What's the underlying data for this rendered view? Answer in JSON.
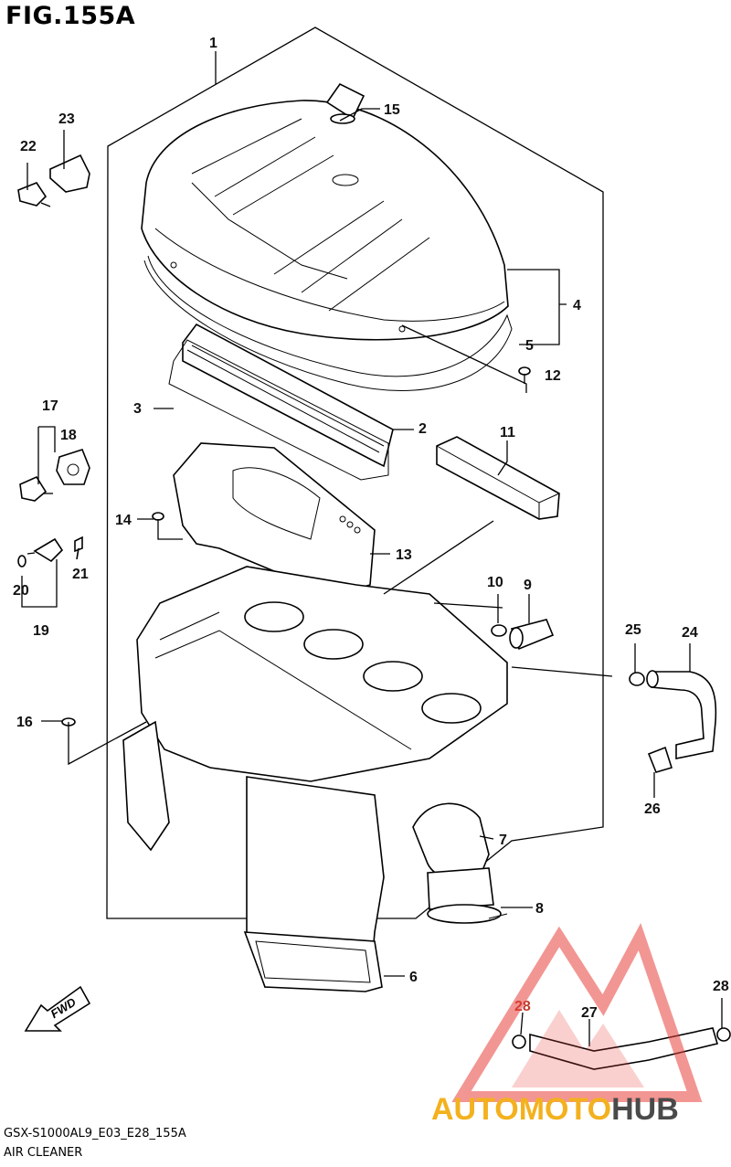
{
  "figure": {
    "title": "FIG.155A",
    "code": "GSX-S1000AL9_E03_E28_155A",
    "name": "AIR CLEANER",
    "direction_label": "FWD"
  },
  "callouts": [
    {
      "id": "1",
      "label": "1"
    },
    {
      "id": "2",
      "label": "2"
    },
    {
      "id": "3",
      "label": "3"
    },
    {
      "id": "4",
      "label": "4"
    },
    {
      "id": "5",
      "label": "5"
    },
    {
      "id": "6",
      "label": "6"
    },
    {
      "id": "7",
      "label": "7"
    },
    {
      "id": "8",
      "label": "8"
    },
    {
      "id": "9",
      "label": "9"
    },
    {
      "id": "10",
      "label": "10"
    },
    {
      "id": "11",
      "label": "11"
    },
    {
      "id": "12",
      "label": "12"
    },
    {
      "id": "13",
      "label": "13"
    },
    {
      "id": "14",
      "label": "14"
    },
    {
      "id": "15",
      "label": "15"
    },
    {
      "id": "16",
      "label": "16"
    },
    {
      "id": "17",
      "label": "17"
    },
    {
      "id": "18",
      "label": "18"
    },
    {
      "id": "19",
      "label": "19"
    },
    {
      "id": "20",
      "label": "20"
    },
    {
      "id": "21",
      "label": "21"
    },
    {
      "id": "22",
      "label": "22"
    },
    {
      "id": "23",
      "label": "23"
    },
    {
      "id": "24",
      "label": "24"
    },
    {
      "id": "25",
      "label": "25"
    },
    {
      "id": "26",
      "label": "26"
    },
    {
      "id": "27",
      "label": "27"
    },
    {
      "id": "28a",
      "label": "28"
    },
    {
      "id": "28b",
      "label": "28"
    }
  ],
  "watermark": {
    "text_auto": "AUTO",
    "text_moto": "MOTO",
    "text_hub": "HUB",
    "color_auto": "#f3b11e",
    "color_moto": "#f3b11e",
    "color_hub": "#4a4a4a",
    "logo_color": "#e8413c"
  },
  "colors": {
    "line": "#000000",
    "highlight_label": "#c0392b"
  }
}
